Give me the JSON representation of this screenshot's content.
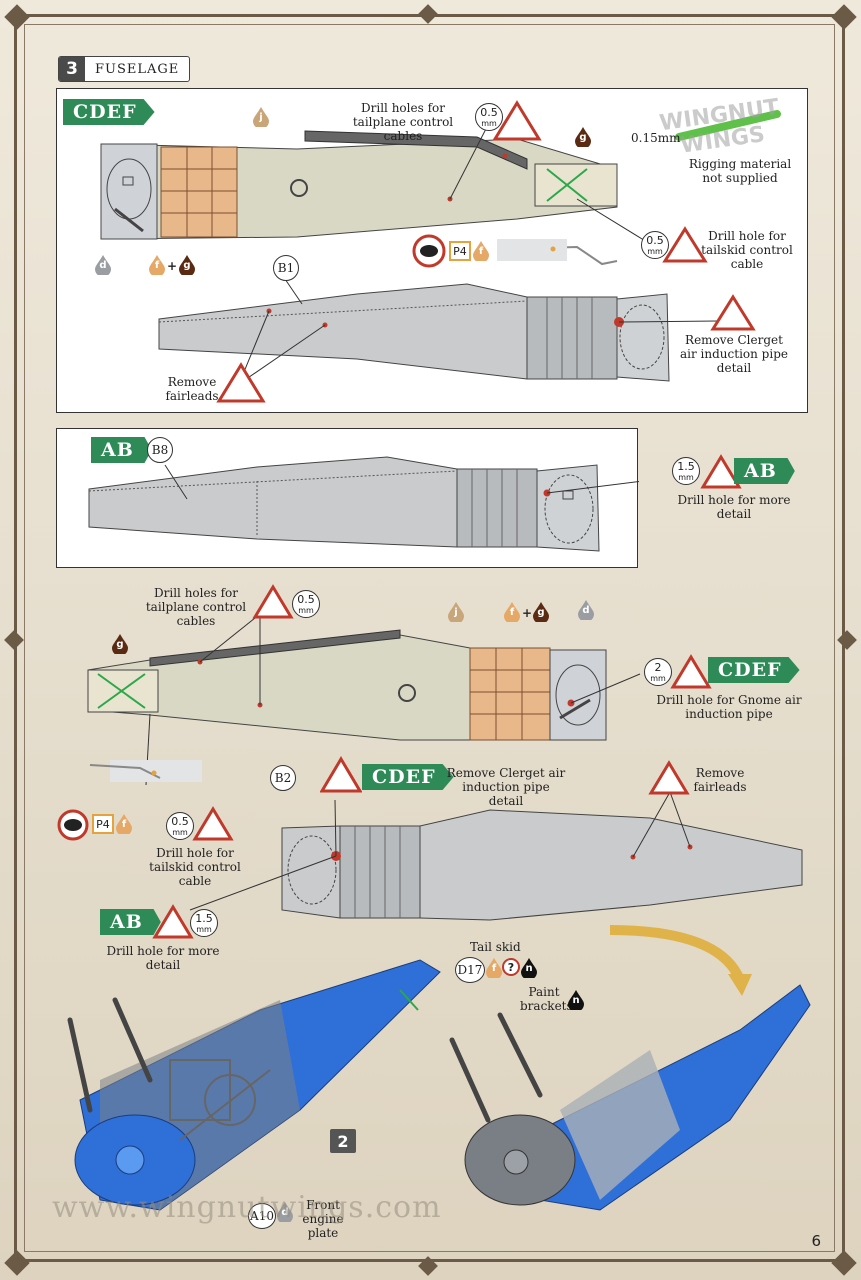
{
  "step": {
    "number": "3",
    "title": "FUSELAGE"
  },
  "page_number": "6",
  "watermark": "www.wingnutwings.com",
  "logo": "WINGNUT WINGS",
  "panel1": {
    "tag": "CDEF",
    "drill_tailplane": "Drill holes for tailplane control cables",
    "drill_tailplane_mm": "0.5",
    "rigging_size": "0.15mm",
    "rigging_note": "Rigging material not supplied",
    "tailskid_mm": "0.5",
    "tailskid_note": "Drill hole for tailskid control cable",
    "part_ref": "B1",
    "remove_clerget": "Remove Clerget air induction pipe detail",
    "remove_fairleads": "Remove fairleads",
    "p4": "P4",
    "paint": {
      "j": "j",
      "g": "g",
      "d": "d",
      "f": "f",
      "plus": "+"
    }
  },
  "panel2": {
    "tag": "AB",
    "part_ref": "B8",
    "drill_mm": "1.5",
    "drill_note": "Drill hole for more detail"
  },
  "panel3": {
    "drill_tailplane": "Drill holes for tailplane control cables",
    "drill_tailplane_mm": "0.5",
    "gnome_mm": "2",
    "gnome_tag": "CDEF",
    "gnome_note": "Drill hole for Gnome air induction pipe",
    "clerget_tag": "CDEF",
    "remove_clerget": "Remove Clerget air induction pipe detail",
    "remove_fairleads": "Remove fairleads",
    "part_ref": "B2",
    "p4": "P4",
    "tailskid_mm": "0.5",
    "tailskid_note": "Drill hole for tailskid control cable",
    "ab_tag": "AB",
    "ab_mm": "1.5",
    "ab_note": "Drill hole for more detail"
  },
  "panel4": {
    "tail_skid": "Tail skid",
    "d17": "D17",
    "paint_brackets": "Paint brackets",
    "a10": "A10",
    "front_plate": "Front engine plate",
    "step_ref": "2",
    "q": "?",
    "n": "n"
  },
  "colors": {
    "green_tag": "#2e8b57",
    "blue_fuselage": "#2f6fd8",
    "red_warning": "#c0392b",
    "frame": "#6b5a45"
  }
}
